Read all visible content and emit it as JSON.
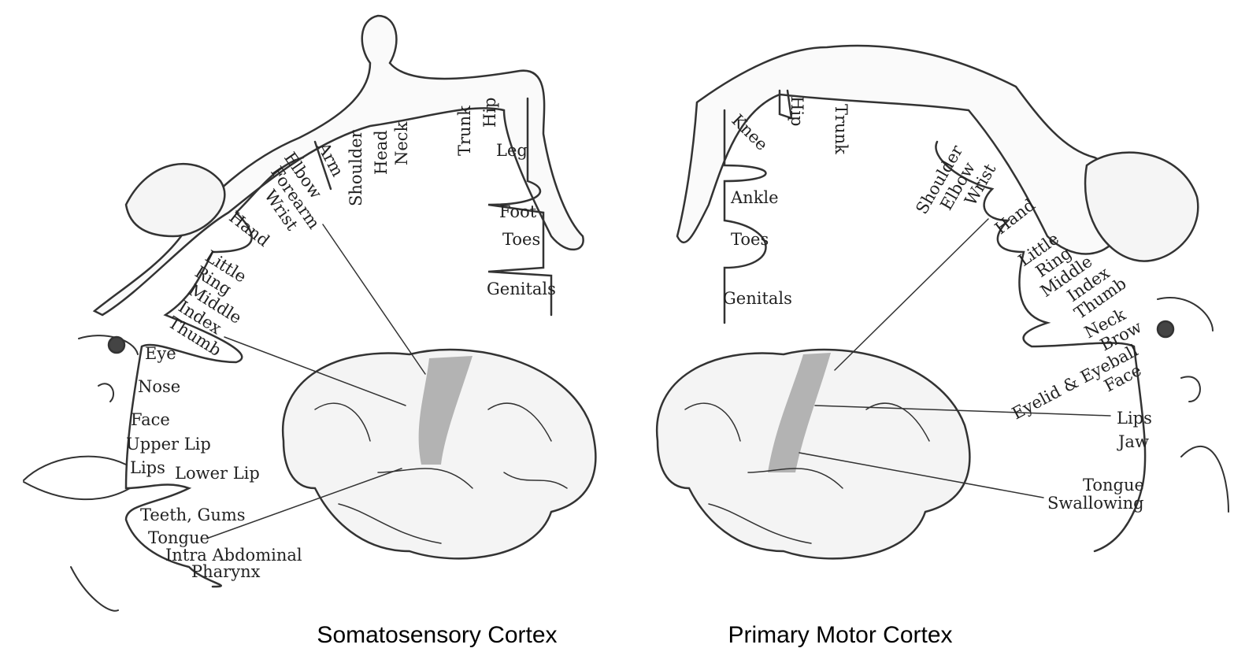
{
  "somatosensory": {
    "caption": "Somatosensory Cortex",
    "labels": {
      "hip": "Hip",
      "trunk": "Trunk",
      "head": "Head",
      "neck": "Neck",
      "shoulder": "Shoulder",
      "arm": "Arm",
      "elbow": "Elbow",
      "forearm": "Forearm",
      "wrist": "Wrist",
      "hand": "Hand",
      "little": "Little",
      "ring": "Ring",
      "middle": "Middle",
      "index": "Index",
      "thumb": "Thumb",
      "eye": "Eye",
      "nose": "Nose",
      "face": "Face",
      "upper_lip": "Upper Lip",
      "lips": "Lips",
      "lower_lip": "Lower Lip",
      "teeth_gums": "Teeth, Gums",
      "tongue": "Tongue",
      "intra_abdominal": "Intra Abdominal",
      "pharynx": "Pharynx",
      "leg": "Leg",
      "foot": "Foot",
      "toes": "Toes",
      "genitals": "Genitals"
    }
  },
  "motor": {
    "caption": "Primary Motor Cortex",
    "labels": {
      "hip": "Hip",
      "trunk": "Trunk",
      "knee": "Knee",
      "ankle": "Ankle",
      "toes": "Toes",
      "genitals": "Genitals",
      "shoulder": "Shoulder",
      "elbow": "Elbow",
      "wrist": "Wrist",
      "hand": "Hand",
      "little": "Little",
      "ring": "Ring",
      "middle": "Middle",
      "index": "Index",
      "thumb": "Thumb",
      "neck": "Neck",
      "brow": "Brow",
      "eyelid_eyeball": "Eyelid & Eyeball",
      "face": "Face",
      "lips": "Lips",
      "jaw": "Jaw",
      "tongue": "Tongue",
      "swallowing": "Swallowing"
    }
  },
  "colors": {
    "cortex_highlight": "#b3b3b3",
    "ink": "#222222"
  }
}
